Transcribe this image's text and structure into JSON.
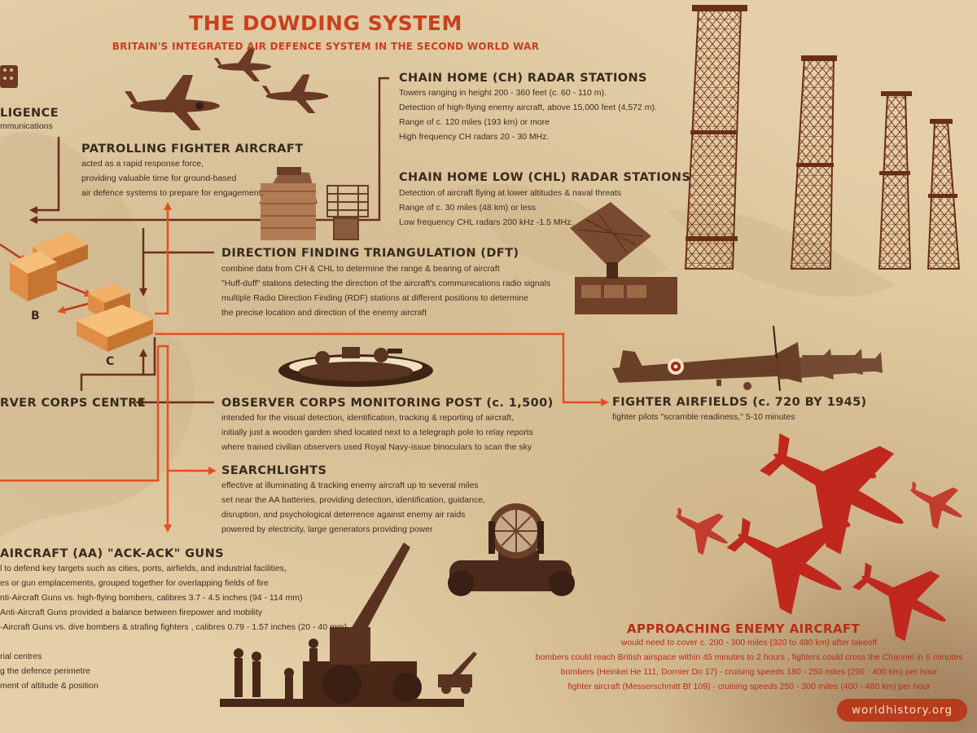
{
  "title": "THE DOWDING SYSTEM",
  "subtitle": "BRITAIN'S INTEGRATED AIR DEFENCE SYSTEM IN THE SECOND WORLD WAR",
  "logo": "worldhistory.org",
  "labels": {
    "b": "B",
    "c": "C"
  },
  "colors": {
    "accent": "#c9401e",
    "arrow": "#e5501d",
    "line": "#6b2e1c",
    "enemy": "#c0281e"
  },
  "sections": {
    "intelligence": {
      "heading": "LIGENCE",
      "lines": [
        "mmunications"
      ]
    },
    "patrolling": {
      "heading": "PATROLLING FIGHTER AIRCRAFT",
      "lines": [
        "acted as a rapid response force,",
        "providing valuable time for ground-based",
        "air defence systems to prepare for engagement,"
      ]
    },
    "ch": {
      "heading": "CHAIN HOME (CH) RADAR STATIONS",
      "lines": [
        "Towers ranging in height 200 - 360 feet (c. 60 - 110 m).",
        "Detection of high-flying enemy aircraft, above 15,000 feet (4,572 m).",
        "Range of c. 120 miles (193 km) or more",
        "High frequency CH radars 20 - 30 MHz."
      ]
    },
    "chl": {
      "heading": "CHAIN HOME LOW (CHL) RADAR STATIONS",
      "lines": [
        "Detection of aircraft flying at lower altitudes & naval threats",
        "Range of c. 30 miles (48 km) or less",
        "Low frequency CHL radars 200 kHz -1.5 MHz."
      ]
    },
    "dft": {
      "heading": "DIRECTION FINDING TRIANGULATION (DFT)",
      "lines": [
        "combine data from CH & CHL to determine the range & bearing of aircraft",
        "\"Huff-duff\" stations  detecting  the direction of the aircraft's communications radio signals",
        "multiple Radio Direction Finding (RDF) stations at different positions to determine",
        "the precise location and direction of the enemy aircraft"
      ]
    },
    "observer_centre": {
      "heading": "RVER CORPS CENTRE"
    },
    "observer_post": {
      "heading": "OBSERVER CORPS MONITORING POST (c. 1,500)",
      "lines": [
        "intended for the visual detection, identification, tracking & reporting of aircraft,",
        "initially just a wooden garden shed located next to a telegraph pole to relay reports",
        "where trained civilian observers  used Royal Navy-issue binoculars  to scan the sky"
      ]
    },
    "airfields": {
      "heading": "FIGHTER AIRFIELDS (c. 720 BY 1945)",
      "lines": [
        "fighter pilots \"scramble readiness,\" 5-10 minutes"
      ]
    },
    "searchlights": {
      "heading": "SEARCHLIGHTS",
      "lines": [
        "effective at illuminating & tracking enemy aircraft up to several miles",
        "set near the AA batteries, providing detection, identification, guidance,",
        "disruption, and psychological deterrence against enemy air raids",
        "powered by electricity,  large generators providing power"
      ]
    },
    "aa": {
      "heading": "AIRCRAFT (AA) \"ACK-ACK\" GUNS",
      "lines": [
        "l to defend key targets such as cities, ports, airfields, and industrial facilities,",
        "es or gun emplacements, grouped together for overlapping fields of fire",
        "nti-Aircraft Guns vs. high-flying bombers, calibres  3.7 - 4.5 inches (94 - 114 mm)",
        "Anti-Aircraft Guns provided a balance between firepower and mobility",
        "-Aircraft Guns  vs. dive bombers & strafing fighters , calibres 0.79 - 1.57 inches (20 - 40 mm)"
      ],
      "extra_lines": [
        "rial centres",
        "g the defence perimetre",
        "ment of altitude & position"
      ]
    },
    "enemy": {
      "heading": "APPROACHING ENEMY AIRCRAFT",
      "lines": [
        "would need to cover c. 200 - 300 miles (320 to 480 km) after takeoff",
        "bombers  could  reach British airspace within 45 minutes to 2 hours , fighters could cross the Channel in 6 minutes",
        "bombers (Heinkel He 111, Dornier Do 17)  - cruising speeds 180 - 250 miles (290 - 400 km) per hour",
        "fighter aircraft  (Messerschmitt Bf 109) - cruising speeds  250 - 300 miles (400 - 480 km) per hour"
      ]
    }
  }
}
